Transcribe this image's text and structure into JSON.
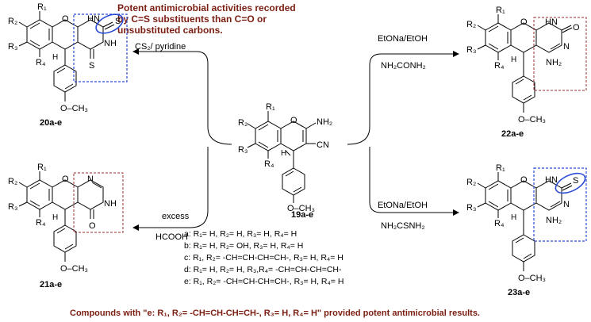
{
  "note_top": {
    "line1": "Potent antimicrobial activities recorded",
    "line2": "by C=S substituents than C=O or",
    "line3": "unsubstituted carbons."
  },
  "bottom_note": "Compounds with \"e: R₁, R₂= -CH=CH-CH=CH-, R₃= H, R₄= H\" provided potent antimicrobial results.",
  "compound_ids": {
    "c20": "20a-e",
    "c21": "21a-e",
    "c19": "19a-e",
    "c22": "22a-e",
    "c23": "23a-e"
  },
  "reagents": {
    "to20": "CS₂/ pyridine",
    "to21_l1": "excess",
    "to21_l2": "HCOOH",
    "to22_l1": "EtONa/EtOH",
    "to22_l2": "NH₂CONH₂",
    "to23_l1": "EtONa/EtOH",
    "to23_l2": "NH₂CSNH₂"
  },
  "substituents": [
    "a: R₁= H, R₂= H, R₃= H, R₄= H",
    "b: R₁= H, R₂= OH, R₃= H, R₄= H",
    "c: R₁, R₂= -CH=CH-CH=CH-, R₃= H, R₄= H",
    "d: R₁= H, R₂= H, R₃,R₄= -CH=CH-CH=CH-",
    "e: R₁, R₂= -CH=CH-CH=CH-, R₃= H, R₄= H"
  ],
  "atoms": {
    "R1": "R₁",
    "R2": "R₂",
    "R3": "R₃",
    "R4": "R₄",
    "O": "O",
    "H": "H",
    "N": "N",
    "NH": "NH",
    "HN": "HN",
    "S": "S",
    "NH2": "NH₂",
    "CN": "CN",
    "OCH3": "O–CH₃"
  },
  "colors": {
    "note": "#7b1e12",
    "red_box": "#9b2b2b",
    "blue_box": "#2a4bd7"
  }
}
